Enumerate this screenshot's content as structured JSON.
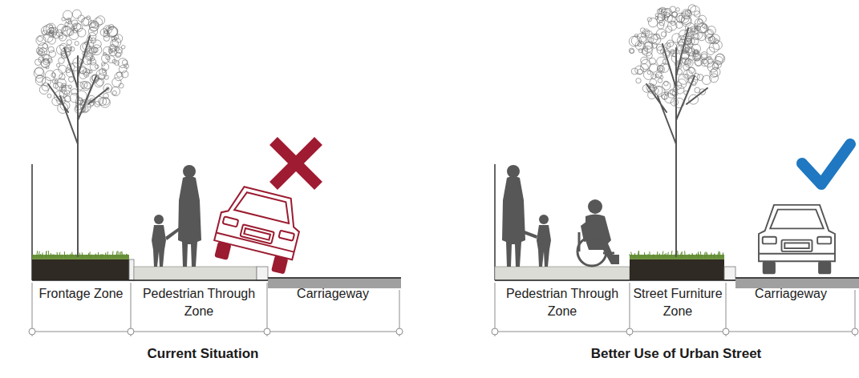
{
  "diagram": {
    "labels": [
      "Frontage Zone",
      "Pedestrian Through Zone",
      "Carriageway",
      "Current Situation",
      "Pedestrian Through Zone",
      "Street Furniture Zone",
      "Carriageway",
      "Better Use of Urban Street"
    ]
  }
}
